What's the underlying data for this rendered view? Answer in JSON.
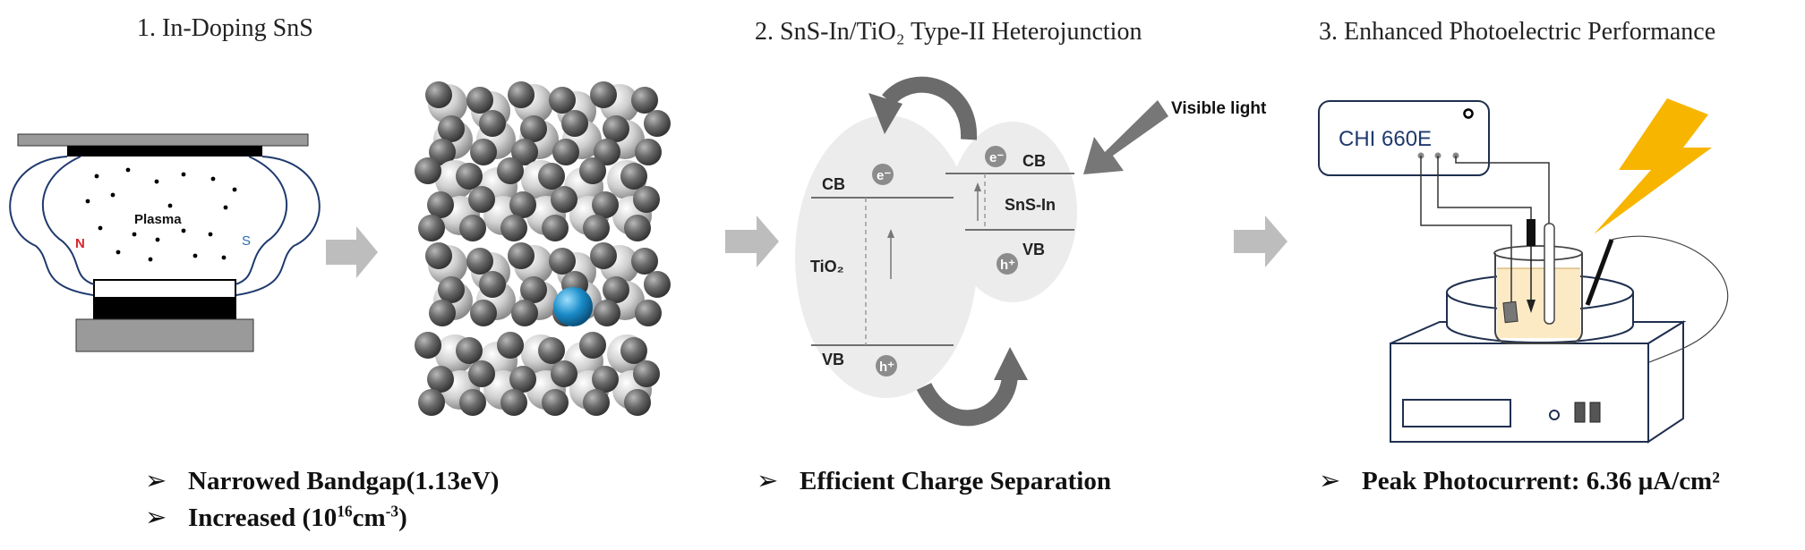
{
  "panels": [
    {
      "title": "1. In-Doping SnS",
      "bullets": [
        {
          "text": "Narrowed Bandgap(1.13eV)"
        },
        {
          "text_pre": "Increased (10",
          "sup1": "16",
          "mid": "cm",
          "sup2": "-3",
          "post": ")"
        }
      ],
      "labels": {
        "plasma": "Plasma",
        "left_pole": "N",
        "right_pole": "S"
      }
    },
    {
      "title": "2. SnS-In/TiO₂ Type-II Heterojunction",
      "bullets": [
        {
          "text": "Efficient Charge Separation"
        }
      ],
      "labels": {
        "visible_light": "Visible light",
        "tio2": "TiO₂",
        "sns_in": "SnS-In",
        "cb": "CB",
        "vb": "VB",
        "electron": "e⁻",
        "hole": "h⁺"
      }
    },
    {
      "title": "3. Enhanced Photoelectric Performance",
      "bullets": [
        {
          "text": "Peak Photocurrent: 6.36 μA/cm²"
        }
      ],
      "labels": {
        "instrument": "CHI 660E"
      }
    }
  ],
  "bullet_marker": "➢",
  "colors": {
    "doped_atom": "#1a8cc8",
    "lightning": "#f7b500",
    "arrow": "#bdbdbd",
    "ellipse": "#ececec",
    "beaker_liquid": "#fbeac4"
  }
}
